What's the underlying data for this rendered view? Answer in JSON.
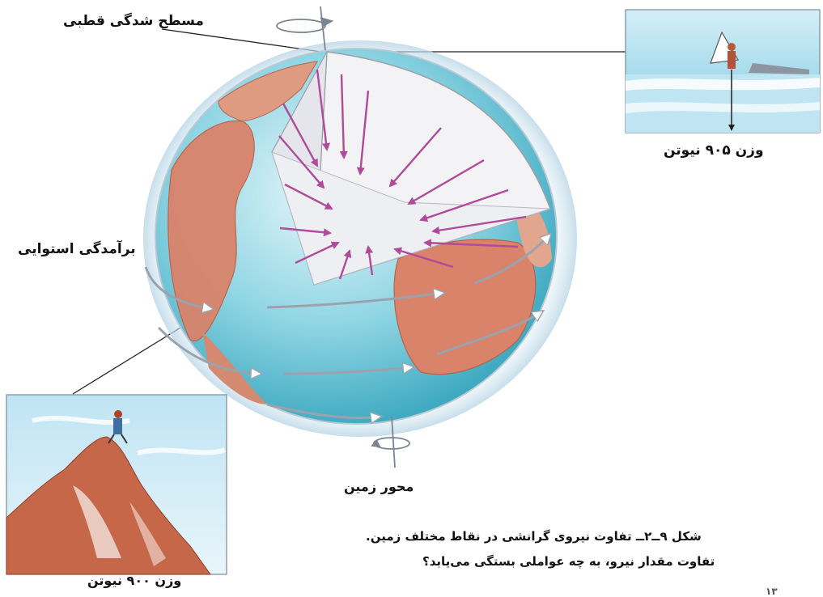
{
  "labels": {
    "polar_flattening": "مسطح شدگی قطبی",
    "equatorial_bulge": "برآمدگی استوایی",
    "earth_axis": "محور زمین",
    "weight_pole": "وزن ۹۰۵ نیوتن",
    "weight_mountain": "وزن ۹۰۰ نیوتن"
  },
  "caption": {
    "line1": "شکل ۹ــ۲ــ تفاوت نیروی گرانشی در نقاط مختلف زمین.",
    "line2": "تفاوت مقدار نیرو، به چه عواملی بستگی می‌یابد؟"
  },
  "page_number": "۱۳",
  "colors": {
    "ocean": "#5fc3d6",
    "land": "#d9836a",
    "arrows": "#b04a9a",
    "rotation_arrows": "#9aa3ad"
  }
}
